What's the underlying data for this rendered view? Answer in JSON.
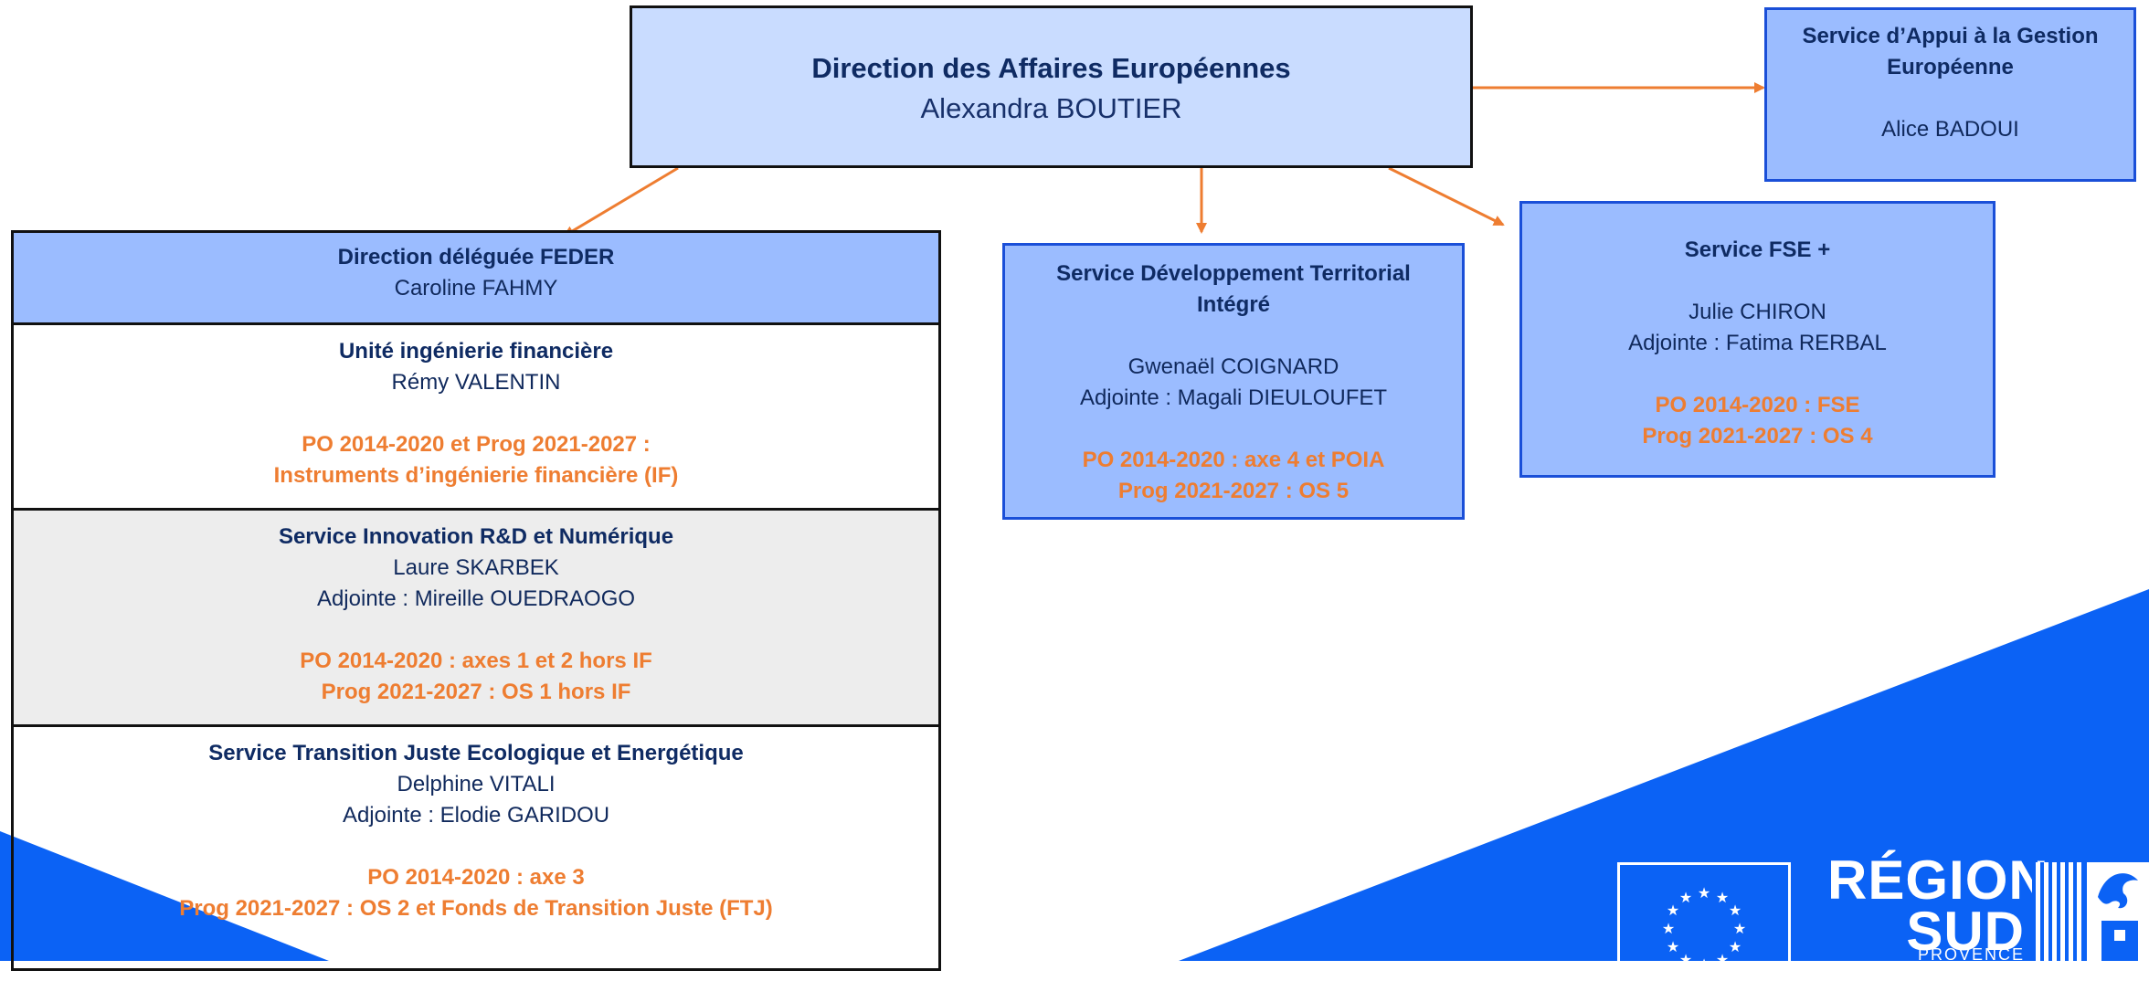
{
  "top": {
    "title": "Direction des Affaires Européennes",
    "name": "Alexandra BOUTIER"
  },
  "appui": {
    "title": "Service d’Appui à la Gestion Européenne",
    "name": "Alice BADOUI"
  },
  "feder": {
    "title": "Direction déléguée FEDER",
    "name": "Caroline FAHMY"
  },
  "unite_if": {
    "title": "Unité ingénierie financière",
    "name": "Rémy VALENTIN",
    "prog1": "PO 2014-2020 et Prog 2021-2027 :",
    "prog2": "Instruments d’ingénierie financière (IF)"
  },
  "innovation": {
    "title": "Service Innovation R&D et Numérique",
    "name": "Laure SKARBEK",
    "deputy": "Adjointe : Mireille OUEDRAOGO",
    "prog1": "PO 2014-2020 : axes 1 et 2 hors IF",
    "prog2": "Prog 2021-2027 : OS 1 hors IF"
  },
  "transition": {
    "title": "Service Transition Juste Ecologique et Energétique",
    "name": "Delphine VITALI",
    "deputy": "Adjointe : Elodie GARIDOU",
    "prog1": "PO 2014-2020 : axe 3",
    "prog2": "Prog 2021-2027 : OS 2 et Fonds de Transition Juste (FTJ)"
  },
  "dti": {
    "title": "Service Développement Territorial Intégré",
    "name": "Gwenaël COIGNARD",
    "deputy": "Adjointe : Magali DIEULOUFET",
    "prog1": "PO 2014-2020 : axe 4 et POIA",
    "prog2": "Prog 2021-2027 : OS 5"
  },
  "fse": {
    "title": "Service FSE +",
    "name": "Julie CHIRON",
    "deputy": "Adjointe : Fatima RERBAL",
    "prog1": "PO 2014-2020 : FSE",
    "prog2": "Prog 2021-2027 : OS 4"
  },
  "logo": {
    "line1": "RÉGION",
    "line2": "SUD",
    "line3": "PROVENCE"
  },
  "colors": {
    "box_light": "#c9dcff",
    "box_blue": "#9bbcff",
    "box_grey": "#ededed",
    "border_blue": "#1a4fd8",
    "arrow": "#ee7d31",
    "title_navy": "#0f2b63",
    "orange_text": "#ee7d31",
    "brand_blue": "#0b62f5"
  }
}
